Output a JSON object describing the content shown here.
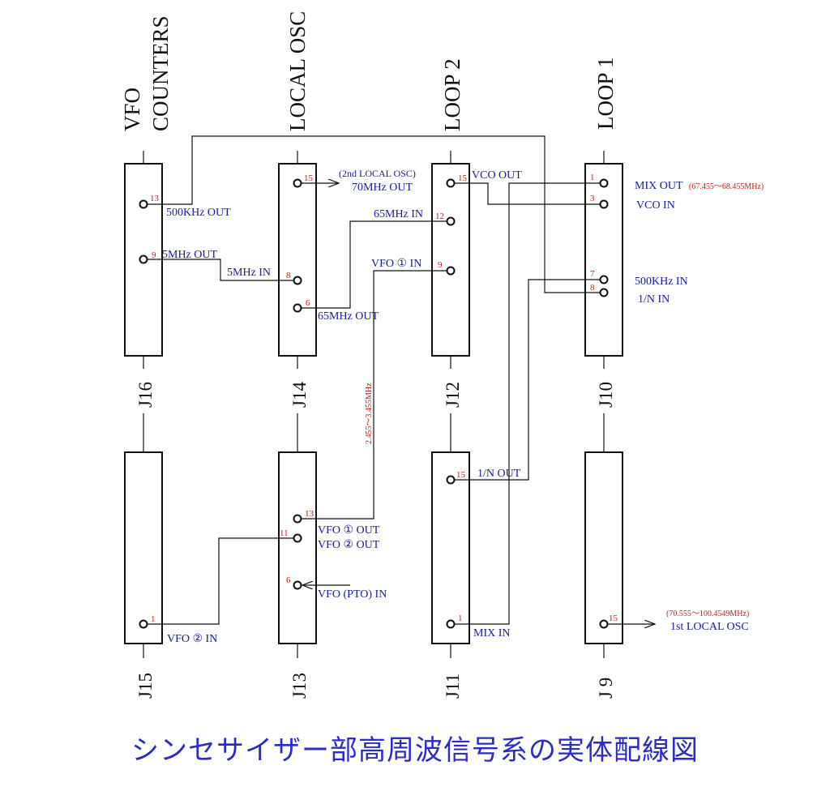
{
  "colors": {
    "line": "#111111",
    "label": "#1a1aa8",
    "pin": "#d01818",
    "caption": "#2b2bd0"
  },
  "column_titles": {
    "vfo": "VFO",
    "counters": "COUNTERS",
    "local_osc": "LOCAL OSC",
    "loop2": "LOOP 2",
    "loop1": "LOOP 1"
  },
  "connectors": {
    "j16": "J16",
    "j14": "J14",
    "j12": "J12",
    "j10": "J10",
    "j15": "J15",
    "j13": "J13",
    "j11": "J11",
    "j9": "J 9"
  },
  "pins": {
    "j16_13": "13",
    "j16_9": "9",
    "j14_15": "15",
    "j14_8": "8",
    "j14_6": "6",
    "j12_15": "15",
    "j12_12": "12",
    "j12_9": "9",
    "j10_1": "1",
    "j10_3": "3",
    "j10_7": "7",
    "j10_8": "8",
    "j15_1": "1",
    "j13_13": "13",
    "j13_11": "11",
    "j13_6": "6",
    "j11_15": "15",
    "j11_1": "1",
    "j9_15": "15"
  },
  "signals": {
    "out_500khz": "500KHz OUT",
    "out_5mhz": "5MHz OUT",
    "second_local_osc": "(2nd LOCAL OSC)",
    "out_70mhz": "70MHz OUT",
    "in_5mhz": "5MHz IN",
    "out_65mhz": "65MHz OUT",
    "vco_out": "VCO OUT",
    "in_65mhz": "65MHz IN",
    "vfo1_in": "VFO ① IN",
    "mix_out": "MIX OUT",
    "mix_out_range": "(67.455～68.455MHz)",
    "vco_in": "VCO IN",
    "in_500khz": "500KHz IN",
    "in_1n": "1/N IN",
    "vfo_range": "2.455～3.455MHz",
    "out_1n": "1/N OUT",
    "vfo1_out": "VFO ① OUT",
    "vfo2_out": "VFO ② OUT",
    "vfo_pto_in": "VFO (PTO) IN",
    "vfo2_in": "VFO ② IN",
    "mix_in": "MIX IN",
    "first_local_range": "(70.555～100.4549MHz)",
    "first_local_osc": "1st LOCAL OSC"
  },
  "caption": "シンセサイザー部高周波信号系の実体配線図"
}
